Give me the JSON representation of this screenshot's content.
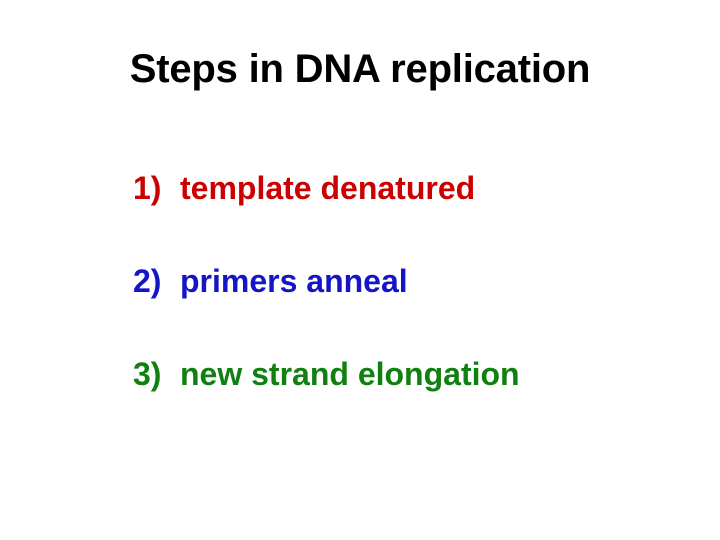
{
  "slide": {
    "background_color": "#FFFFFF",
    "title": "Steps in DNA replication",
    "title_color": "#000000",
    "steps": [
      {
        "marker": "1)",
        "text": "template denatured",
        "color": "#CC0000"
      },
      {
        "marker": "2)",
        "text": "primers anneal",
        "color": "#1414C8"
      },
      {
        "marker": "3)",
        "text": "new strand elongation",
        "color": "#108010"
      }
    ]
  }
}
